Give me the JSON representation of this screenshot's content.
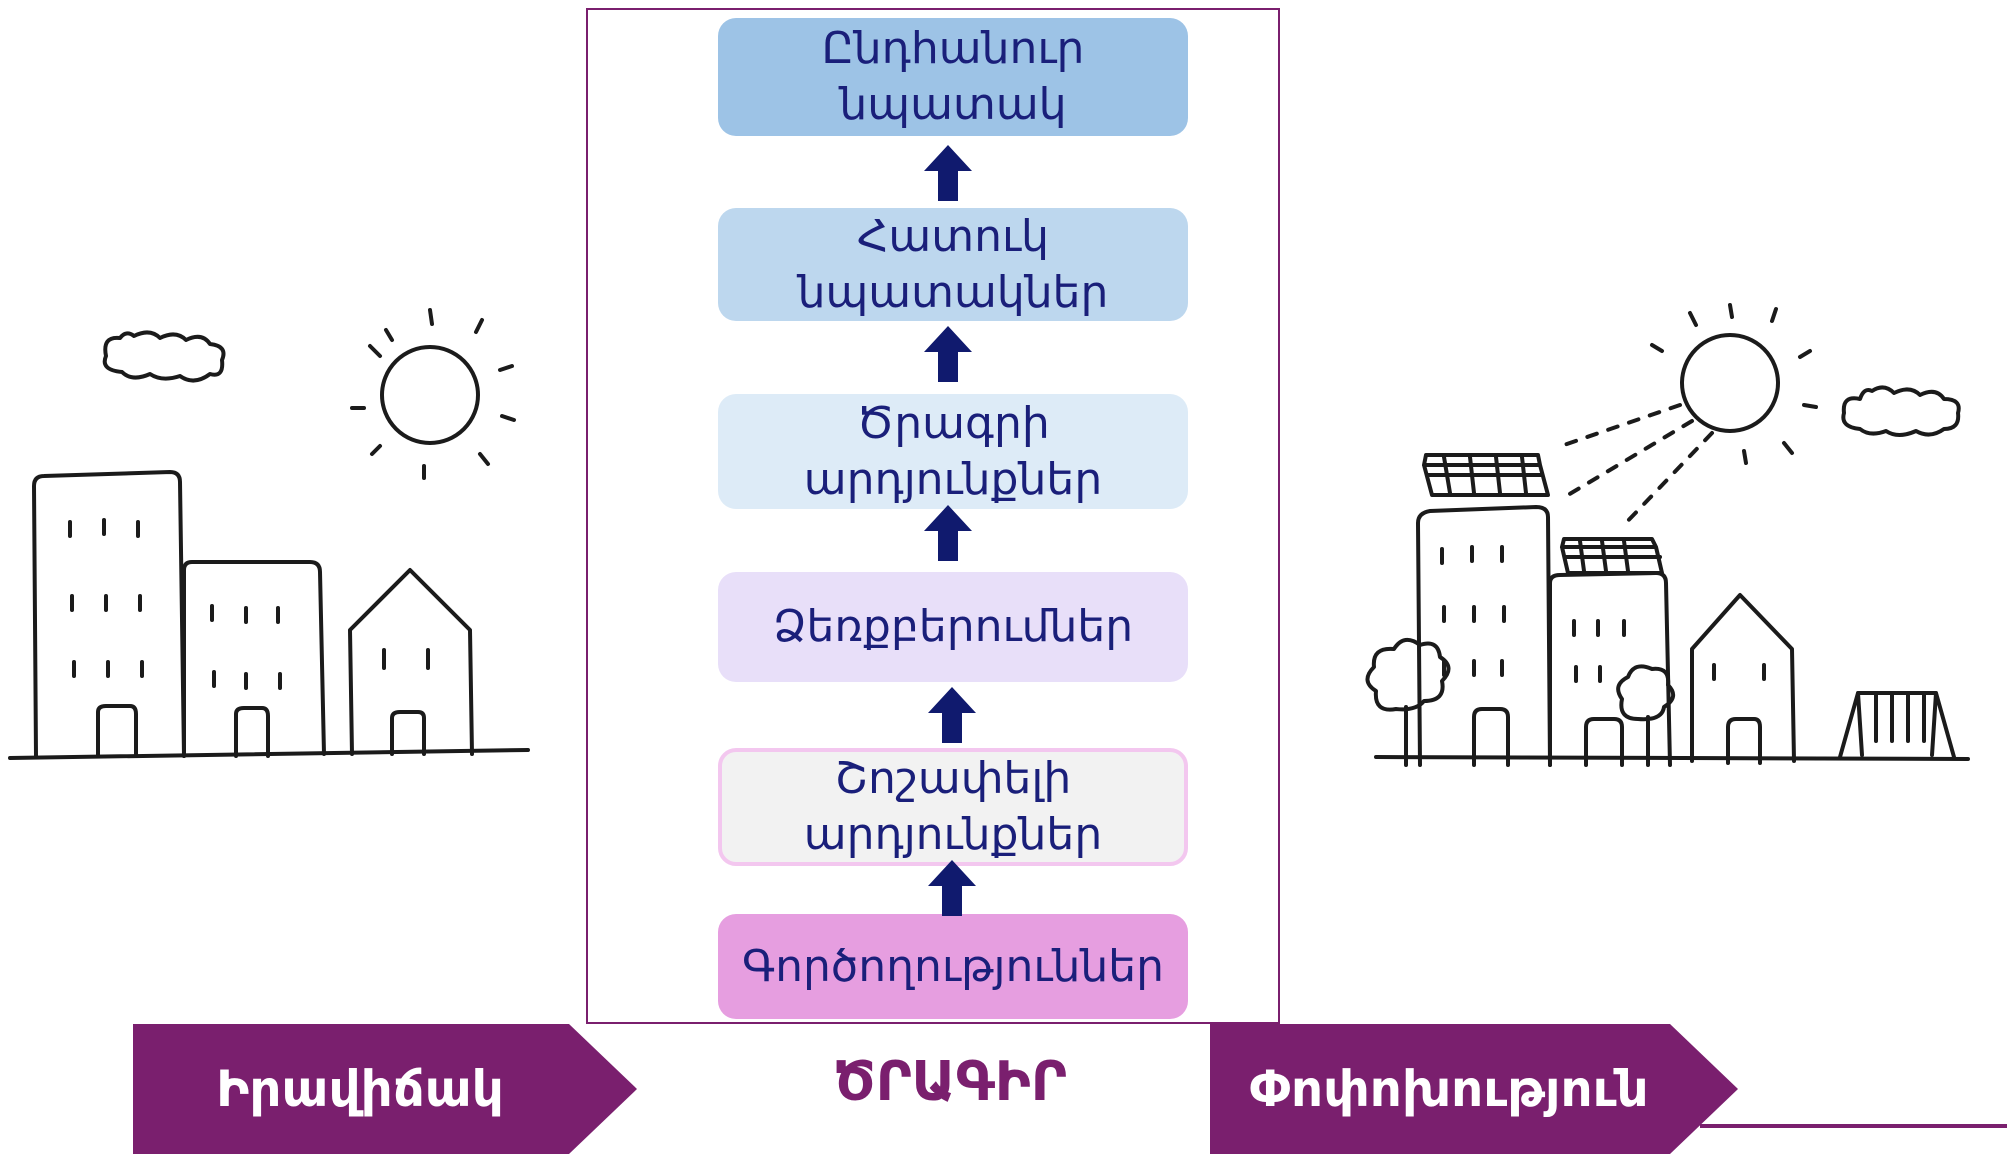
{
  "boxes": {
    "overall_goal": "Ընդհանուր\nնպատակ",
    "specific_goals": "Հատուկ\nնպատակներ",
    "program_results": "Ծրագրի\nարդյունքներ",
    "interventions": "Ձեռքբերումներ",
    "tangible_results": "Շոշափելի\nարդյունքներ",
    "activities": "Գործողություններ"
  },
  "banners": {
    "situation": "Իրավիճակ",
    "program": "ԾՐԱԳԻՐ",
    "change": "Փոփոխություն"
  },
  "colors": {
    "brand_purple": "#7a1f6e",
    "arrow_navy": "#101a6e",
    "text_navy": "#1a1f7a"
  },
  "icons": {
    "left_illustration": "city-sketch-before",
    "right_illustration": "city-sketch-after-solar"
  }
}
